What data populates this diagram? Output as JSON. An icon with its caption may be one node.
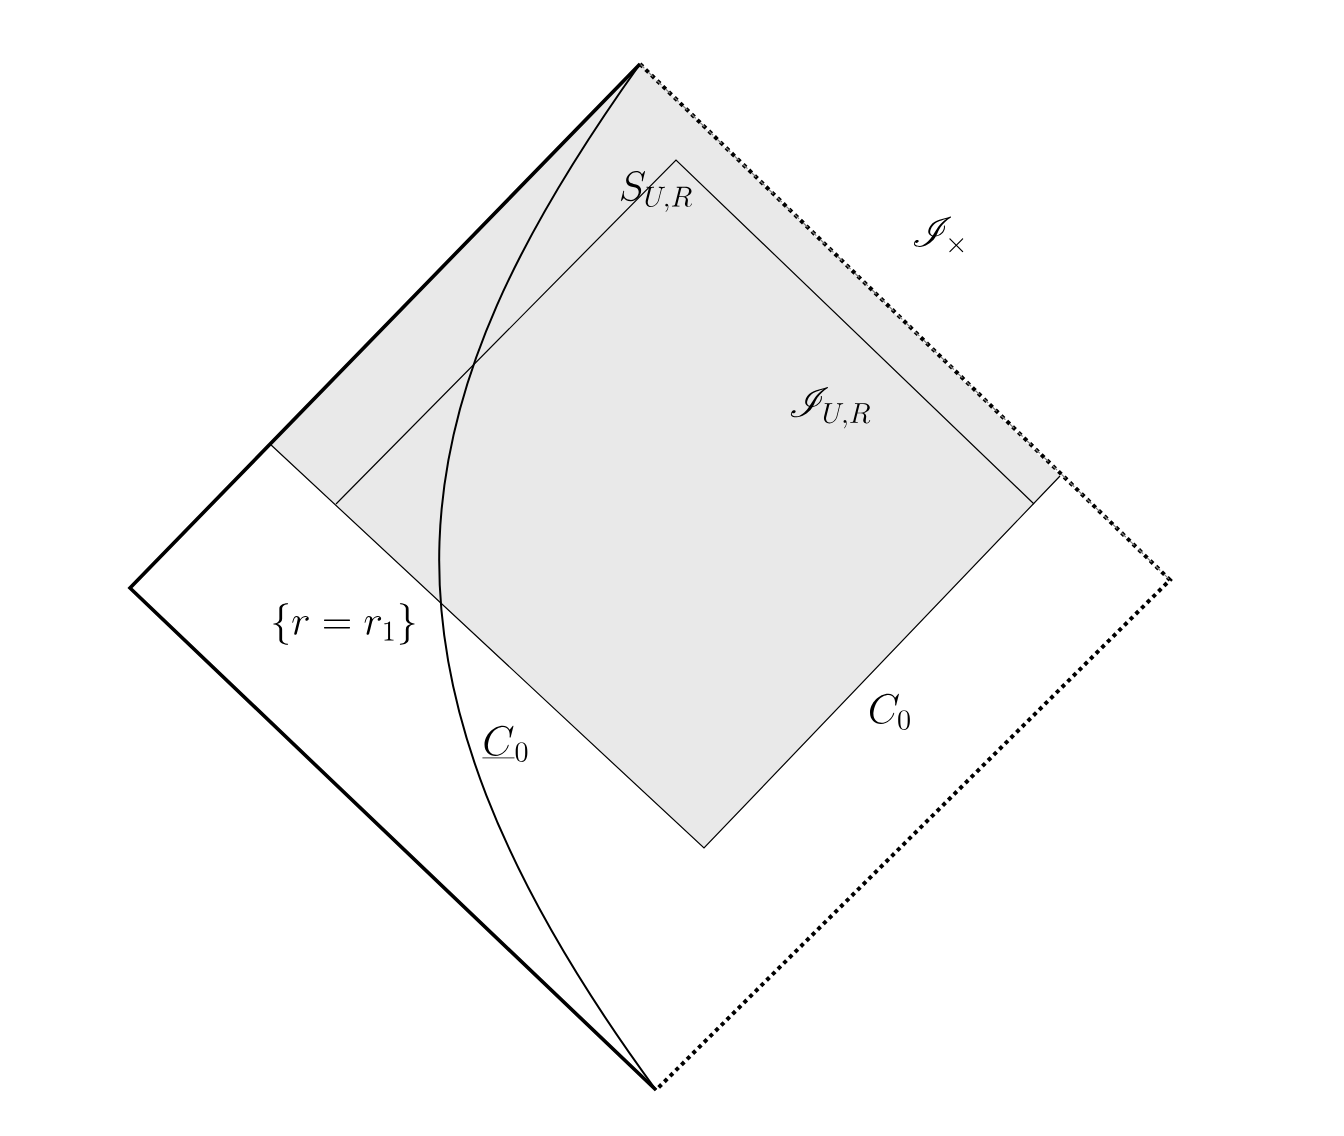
{
  "diagram": {
    "labels": [
      "S_{U,R}",
      "\\mathscr{I}_{\\times}",
      "\\mathscr{I}_{U,R}",
      "\\{r=r_1\\}",
      "\\underline{C}_0",
      "C_0"
    ]
  }
}
